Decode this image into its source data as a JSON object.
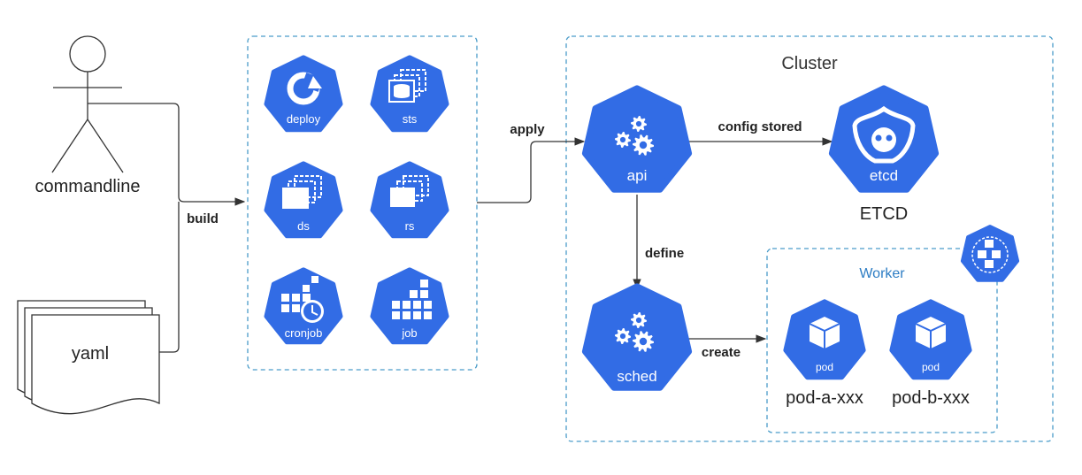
{
  "colors": {
    "k8s_blue": "#326CE5",
    "line": "#333333",
    "dashed_border": "#4A9CC9",
    "worker_label": "#2D7DC4",
    "white": "#FFFFFF"
  },
  "edges": {
    "build": "build",
    "apply": "apply",
    "config_stored": "config stored",
    "define": "define",
    "create": "create"
  },
  "actor": {
    "label": "commandline"
  },
  "file": {
    "label": "yaml"
  },
  "workloads": {
    "deploy": "deploy",
    "sts": "sts",
    "ds": "ds",
    "rs": "rs",
    "cronjob": "cronjob",
    "job": "job"
  },
  "cluster": {
    "title": "Cluster",
    "api": "api",
    "etcd": "etcd",
    "etcd_caption": "ETCD",
    "sched": "sched",
    "worker": {
      "title": "Worker",
      "pod_a_icon": "pod",
      "pod_b_icon": "pod",
      "pod_a_caption": "pod-a-xxx",
      "pod_b_caption": "pod-b-xxx"
    }
  },
  "icons": {
    "deploy": "deployment-refresh-icon",
    "sts": "statefulset-database-icon",
    "ds": "daemonset-stack-icon",
    "rs": "replicaset-stack-icon",
    "cronjob": "cronjob-clock-icon",
    "job": "job-grid-icon",
    "api": "api-server-gears-icon",
    "etcd": "etcd-icon",
    "sched": "scheduler-gears-icon",
    "node": "node-cubes-icon",
    "pod": "pod-cube-icon"
  }
}
